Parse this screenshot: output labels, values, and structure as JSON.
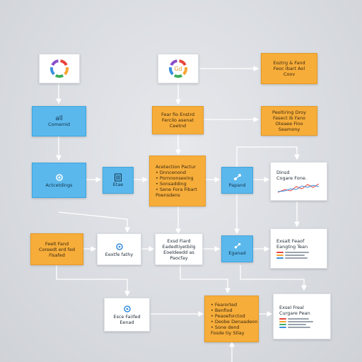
{
  "nodes": {
    "ring_logo_left": {},
    "ring_logo_mid": {
      "label": "Gd"
    },
    "orange_top_right": {
      "lines": [
        "Eoztrg & Fand",
        "Feoc Ibart Aol",
        "Coov"
      ]
    },
    "blue_chart_box": {
      "lines": [
        "all",
        "Comemid"
      ]
    },
    "orange_center_top": {
      "lines": [
        "Fear fio Enstrd",
        "Fercilo asenat",
        "Ceetnd"
      ]
    },
    "orange_right_mid": {
      "lines": [
        "Peoltiring Droy",
        "Fasect ib Fano",
        "Oteaee Fino",
        "Seamony"
      ]
    },
    "blue_actions": {
      "label": "Actcetdings"
    },
    "blue_small_doc": {
      "label": "Etae"
    },
    "orange_list_center": {
      "lines": [
        "Acetection Pactur",
        "• Dnncenond",
        "• Pornnonsexing",
        "• Sonsadding",
        "• Sene Fora Fibart",
        "Poensdens"
      ]
    },
    "blue_graph_icon": {
      "label": "Papand"
    },
    "white_chart_top": {
      "lines": [
        "Dinsd",
        "Cogare Fone."
      ]
    },
    "orange_left_lower": {
      "lines": [
        "Feelt Fand",
        "Coreedt erd fed",
        "Fisafed"
      ]
    },
    "white_gear_box": {
      "label": "Eextfe fathy"
    },
    "white_text_box": {
      "lines": [
        "Exsd Fiard",
        "Eadedtiyetbilg",
        "Eoeldeedd as",
        "Paocfay"
      ]
    },
    "blue_small_box2": {
      "label": "Eganad"
    },
    "white_chart_mid": {
      "lines": [
        "Exsalt Feaof",
        "Eangtng Tean"
      ]
    },
    "white_bottom_left": {
      "lines": [
        "Esce Faiifed",
        "Eenad"
      ]
    },
    "orange_bottom_center": {
      "lines": [
        "• Fearorted",
        "• Benfiod",
        "• Peaoeforctod",
        "• Deobe Denaadeon",
        "• Sone dend",
        "Fosde tiy Stlay"
      ]
    },
    "white_bottom_right": {
      "lines": [
        "Exsel Freal",
        "Curgare Pean"
      ]
    }
  },
  "colors": {
    "orange": "#f7ad3a",
    "blue": "#5bb8ec",
    "white": "#ffffff",
    "wire": "#ffffff",
    "ring": [
      "#e8443a",
      "#f7a531",
      "#3fae5a",
      "#3a8fde",
      "#8a4fc9"
    ]
  },
  "icons": {
    "ring_logo_left": "circular-segmented-logo-icon",
    "ring_logo_mid": "circular-segmented-logo-icon",
    "blue_small_doc": "document-icon",
    "blue_graph_icon": "share-graph-icon",
    "white_gear_box": "gear-icon",
    "white_bottom_left": "gear-icon",
    "blue_actions": "gear-icon"
  }
}
